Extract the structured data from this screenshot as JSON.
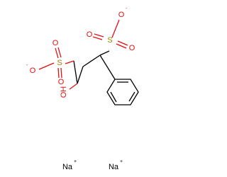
{
  "molecule": {
    "atoms": {
      "s1": {
        "label": "S",
        "color": "#a08000"
      },
      "s1_o_top": {
        "label": "O",
        "charge": "-",
        "color": "#e01010"
      },
      "s1_o_left": {
        "label": "O",
        "color": "#e01010"
      },
      "s1_o_right": {
        "label": "O",
        "color": "#e01010"
      },
      "s2": {
        "label": "S",
        "color": "#a08000"
      },
      "s2_o_top": {
        "label": "O",
        "color": "#e01010"
      },
      "s2_o_left": {
        "label": "O",
        "charge": "-",
        "color": "#e01010"
      },
      "s2_o_bottom": {
        "label": "O",
        "color": "#e01010"
      },
      "hydroxyl": {
        "label": "OH",
        "color": "#e01010"
      }
    },
    "counterions": [
      {
        "label": "Na",
        "charge": "+",
        "color": "#000000"
      },
      {
        "label": "Na",
        "charge": "+",
        "color": "#000000"
      }
    ]
  }
}
